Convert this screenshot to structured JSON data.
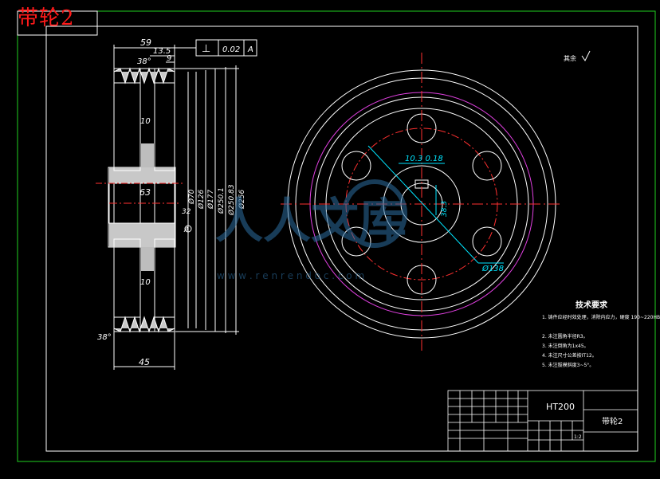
{
  "title": "带轮2",
  "roughness_note": "其余",
  "tolerance_frame": {
    "symbol": "⊥",
    "value": "0.02",
    "datum": "A"
  },
  "section_view": {
    "dims_top": [
      "59",
      "13.5",
      "9",
      "38°"
    ],
    "dims_bottom": [
      "38°",
      "45"
    ],
    "dims_side": [
      "Ø70",
      "Ø126",
      "Ø177",
      "Ø250.1",
      "Ø250.83",
      "Ø256"
    ],
    "dims_inner": [
      "63",
      "10",
      "10",
      "32",
      "A"
    ]
  },
  "front_view": {
    "keyway_width": "10.3 0.18",
    "keyway_depth": "38.3",
    "hole_circle": "Ø138"
  },
  "tech_requirements": {
    "heading": "技术要求",
    "items": [
      "1. 铸件应经时效处理，消除内应力，硬度 190~220HB。",
      "2. 未注圆角半径R3。",
      "3. 未注倒角为1x45。",
      "4. 未注尺寸公差按IT12。",
      "5. 未注拔模斜度3~5°。"
    ]
  },
  "title_block": {
    "material": "HT200",
    "part_name": "带轮2",
    "scale": "1:2"
  },
  "watermark": {
    "logo": "人人文库",
    "url": "w w w . r e n r e n d o c . c o m"
  }
}
